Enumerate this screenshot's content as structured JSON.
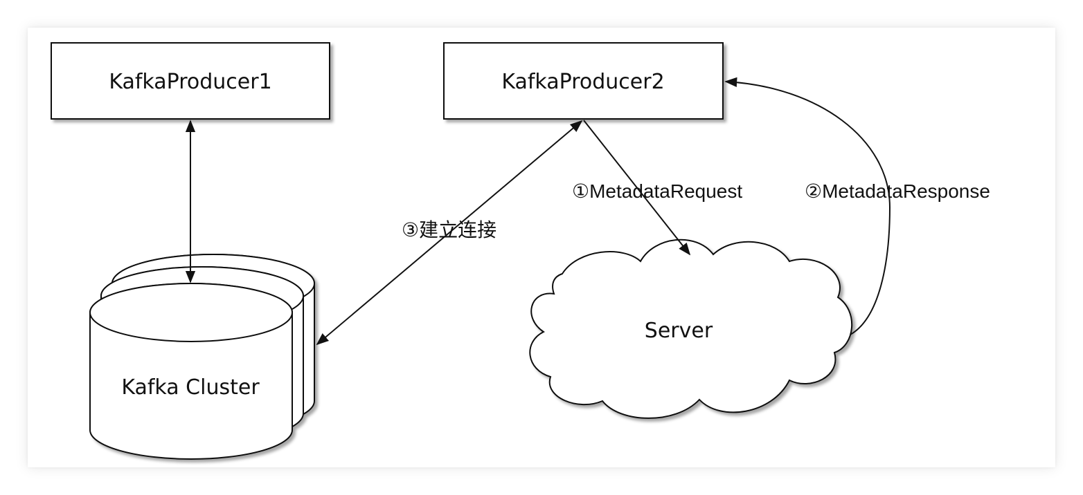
{
  "nodes": {
    "producer1": "KafkaProducer1",
    "producer2": "KafkaProducer2",
    "cluster": "Kafka Cluster",
    "server": "Server"
  },
  "edges": {
    "metadata_request": "①MetadataRequest",
    "metadata_response": "②MetadataResponse",
    "connect": "③建立连接"
  },
  "colors": {
    "stroke": "#111111",
    "fill": "#ffffff",
    "background": "#ffffff"
  }
}
